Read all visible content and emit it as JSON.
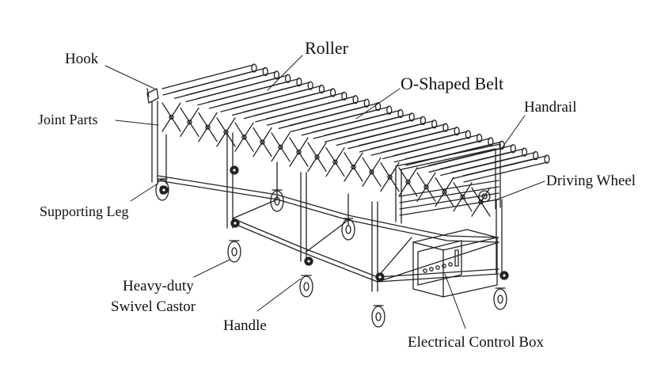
{
  "diagram": {
    "labels": {
      "hook": "Hook",
      "roller": "Roller",
      "o_shaped_belt": "O-Shaped  Belt",
      "handrail": "Handrail",
      "joint_parts": "Joint Parts",
      "driving_wheel": "Driving Wheel",
      "supporting_leg": "Supporting Leg",
      "heavy_duty_line1": "Heavy-duty",
      "heavy_duty_line2": "Swivel Castor",
      "handle": "Handle",
      "electrical_control_box": "Electrical Control Box"
    },
    "line_color": "#222222",
    "background": "#ffffff"
  }
}
